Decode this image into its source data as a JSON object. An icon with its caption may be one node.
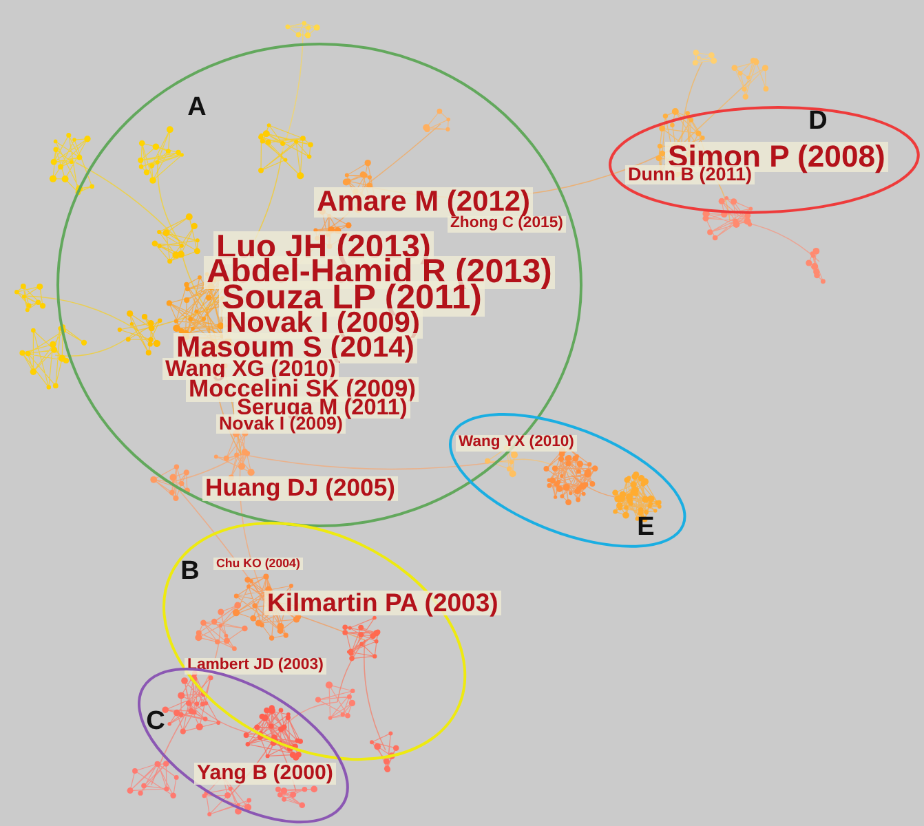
{
  "diagram": {
    "nodes": [
      {
        "text": [
          "A"
        ]
      },
      {
        "text": [
          "Amare M (2012)"
        ],
        "in": 0
      },
      {
        "text": [
          "Zhong C (2015)"
        ],
        "in": 0
      },
      {
        "text": [
          "Luo JH (2013)"
        ],
        "in": 0
      },
      {
        "text": [
          "Abdel-Hamid R (2013)"
        ],
        "in": 0
      },
      {
        "text": [
          "Souza LP (2011)"
        ],
        "in": 0
      },
      {
        "text": [
          "Novak I (2009)"
        ],
        "in": 0
      },
      {
        "text": [
          "Masoum S (2014)"
        ],
        "in": 0
      },
      {
        "text": [
          "Wang XG (2010)"
        ],
        "in": 0
      },
      {
        "text": [
          "Moccelini SK (2009)"
        ],
        "in": 0
      },
      {
        "text": [
          "Seruga M (2011)"
        ],
        "in": 0
      },
      {
        "text": [
          "Novak I (2009)"
        ],
        "in": 0
      },
      {
        "text": [
          "Huang DJ (2005)"
        ],
        "in": 0
      },
      {
        "text": [
          "D"
        ]
      },
      {
        "text": [
          "Simon P (2008)"
        ],
        "in": 13
      },
      {
        "text": [
          "Dunn B (2011)"
        ],
        "in": 13
      },
      {
        "text": [
          "E"
        ]
      },
      {
        "text": [
          "Wang YX (2010)"
        ],
        "in": 16
      },
      {
        "text": [
          "B"
        ]
      },
      {
        "text": [
          "Chu KO (2004)"
        ],
        "in": 18
      },
      {
        "text": [
          "Kilmartin PA (2003)"
        ],
        "in": 18
      },
      {
        "text": [
          "Lambert JD (2003)"
        ],
        "in": 18
      },
      {
        "text": [
          "C"
        ]
      },
      {
        "text": [
          "Yang B (2000)"
        ],
        "in": 22
      }
    ]
  }
}
